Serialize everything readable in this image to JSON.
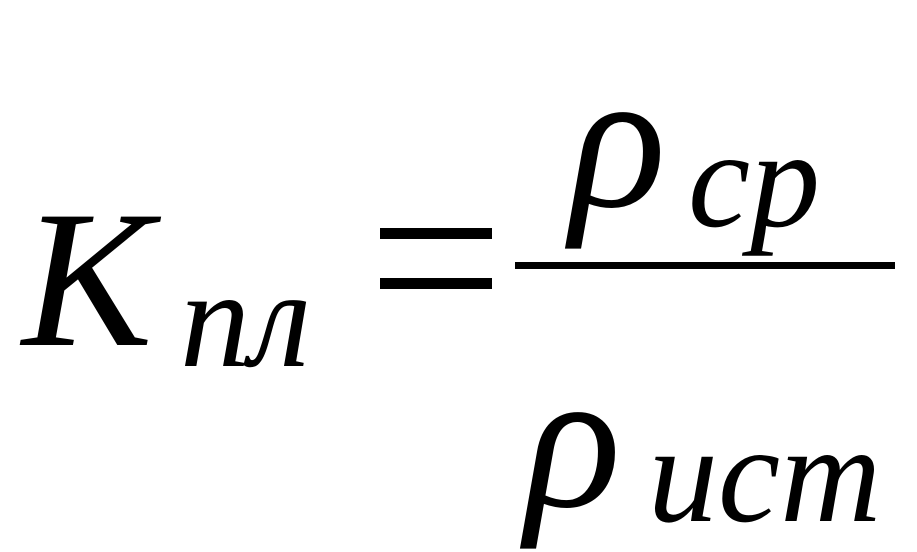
{
  "formula": {
    "lhs": {
      "symbol": "K",
      "subscript": "пл"
    },
    "operator": "=",
    "numerator": {
      "symbol": "ρ",
      "subscript": "ср"
    },
    "denominator": {
      "symbol": "ρ",
      "subscript": "ист"
    }
  },
  "colors": {
    "ink": "#000000",
    "background": "#ffffff"
  }
}
